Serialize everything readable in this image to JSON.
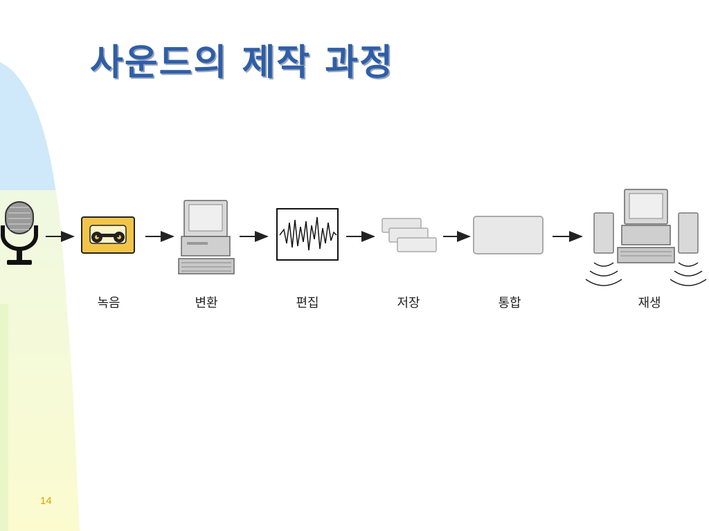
{
  "slide": {
    "title": "사운드의 제작 과정",
    "page_number": "14"
  },
  "steps": [
    {
      "label": "녹음",
      "icon": "microphone-icon"
    },
    {
      "label": "변환",
      "icon": "computer-icon"
    },
    {
      "label": "편집",
      "icon": "waveform-icon"
    },
    {
      "label": "저장",
      "icon": "stacked-files-icon"
    },
    {
      "label": "통합",
      "icon": "panel-icon"
    },
    {
      "label": "재생",
      "icon": "computer-speakers-icon"
    }
  ],
  "colors": {
    "title": "#2f5ea8",
    "page_number": "#e0a000",
    "decor_blue": "#cfe8fa",
    "decor_yellow": "#fbfbd0",
    "cassette": "#f2c54a"
  }
}
